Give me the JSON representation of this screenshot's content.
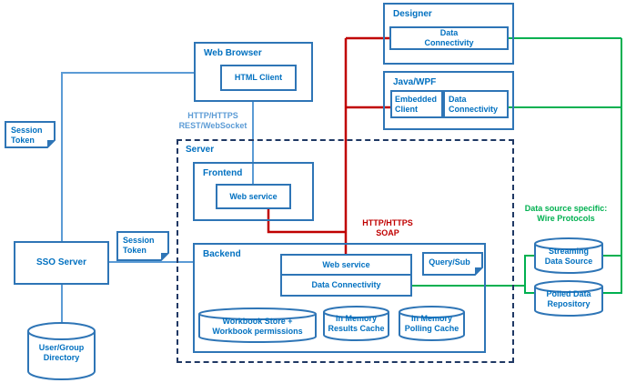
{
  "colors": {
    "box_border": "#2e75b6",
    "server_dashed_border": "#1f3864",
    "label_text_blue": "#0070c0",
    "connector_blue": "#5b9bd5",
    "connector_red": "#c00000",
    "connector_green": "#00b050",
    "background": "#ffffff"
  },
  "nodes": {
    "web_browser": {
      "title": "Web Browser",
      "html_client": "HTML Client"
    },
    "designer": {
      "title": "Designer",
      "data_connectivity": "Data\nConnectivity"
    },
    "java_wpf": {
      "title": "Java/WPF",
      "embedded_client": "Embedded\nClient",
      "data_connectivity": "Data\nConnectivity"
    },
    "server": {
      "title": "Server"
    },
    "frontend": {
      "title": "Frontend",
      "web_service": "Web service"
    },
    "backend": {
      "title": "Backend",
      "web_service": "Web service",
      "data_connectivity": "Data Connectivity",
      "workbook_store": "Workbook Store +\nWorkbook permissions",
      "results_cache": "In Memory\nResults Cache",
      "polling_cache": "In Memory\nPolling Cache"
    },
    "query_sub": {
      "label": "Query/Sub"
    },
    "sso_server": {
      "title": "SSO Server"
    },
    "user_group_directory": {
      "label": "User/Group\nDirectory"
    },
    "streaming_data_source": {
      "label": "Streaming\nData Source"
    },
    "polled_data_repository": {
      "label": "Polled Data\nRepository"
    },
    "session_token_top": {
      "label": "Session\nToken"
    },
    "session_token_mid": {
      "label": "Session\nToken"
    }
  },
  "edge_labels": {
    "http_rest": "HTTP/HTTPS\nREST/WebSocket",
    "http_soap": "HTTP/HTTPS\nSOAP",
    "wire_protocols": "Data source specific:\nWire Protocols"
  }
}
